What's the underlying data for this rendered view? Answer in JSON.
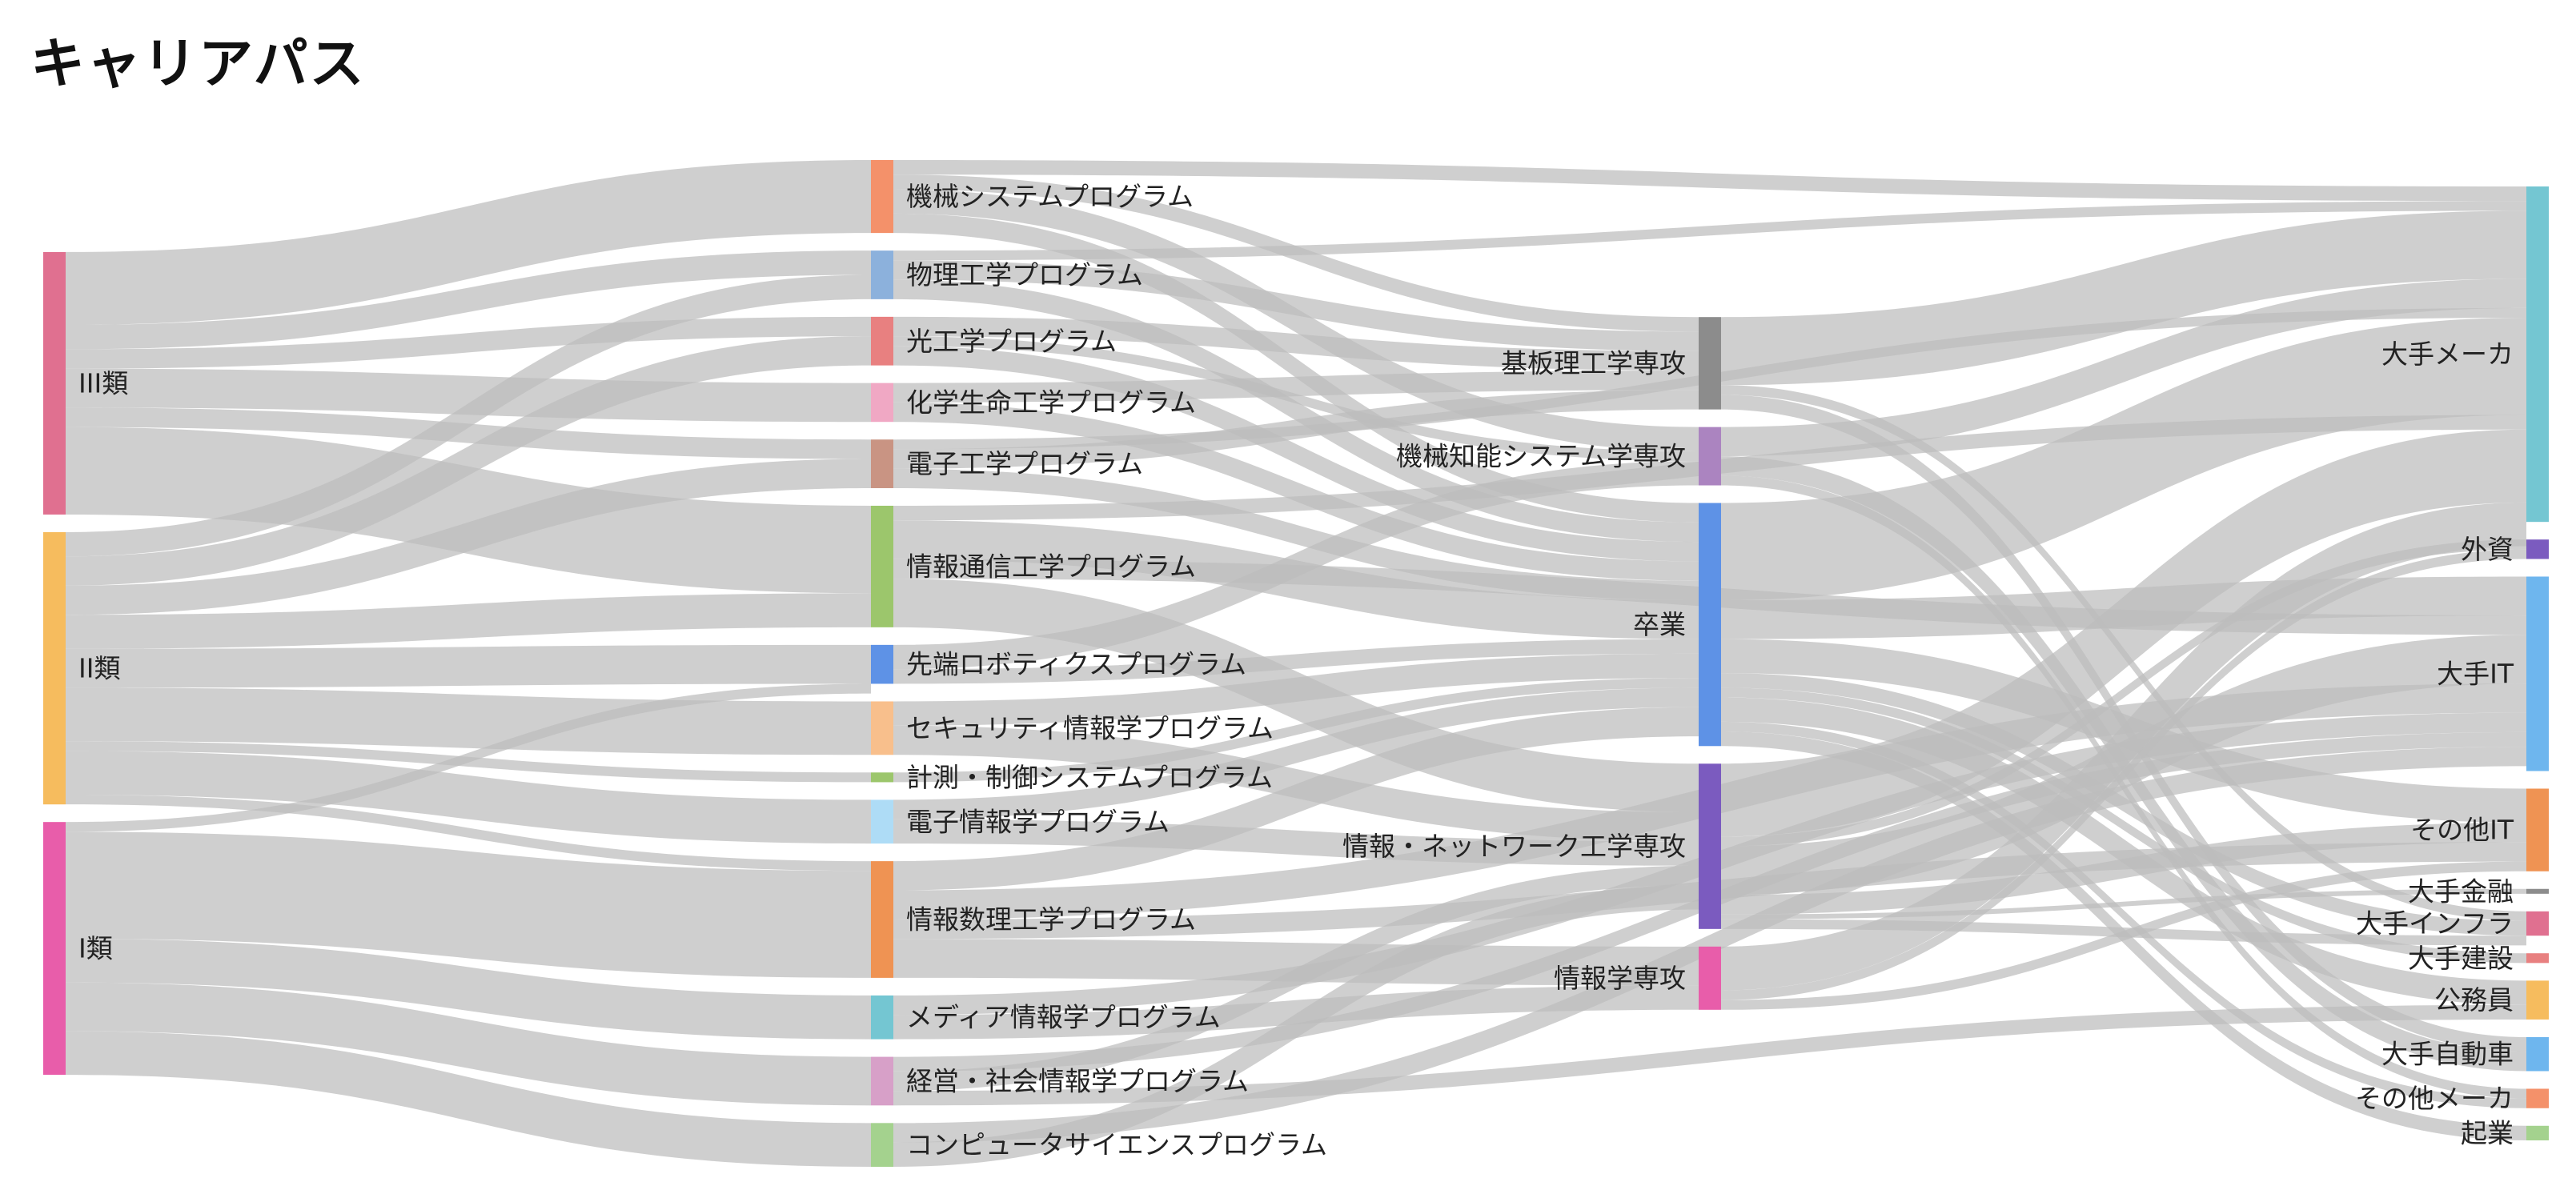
{
  "page": {
    "title": "キャリアパス"
  },
  "chart_data": {
    "type": "sankey",
    "title": "キャリアパス",
    "columns": [
      [
        "III類",
        "II類",
        "I類"
      ],
      [
        "機械システムプログラム",
        "物理工学プログラム",
        "光工学プログラム",
        "化学生命工学プログラム",
        "電子工学プログラム",
        "情報通信工学プログラム",
        "先端ロボティクスプログラム",
        "セキュリティ情報学プログラム",
        "計測・制御システムプログラム",
        "電子情報学プログラム",
        "情報数理工学プログラム",
        "メディア情報学プログラム",
        "経営・社会情報学プログラム",
        "コンピュータサイエンスプログラム"
      ],
      [
        "基板理工学専攻",
        "機械知能システム学専攻",
        "卒業",
        "情報・ネットワーク工学専攻",
        "情報学専攻"
      ],
      [
        "大手メーカ",
        "外資",
        "大手IT",
        "その他IT",
        "大手金融",
        "大手インフラ",
        "大手建設",
        "公務員",
        "大手自動車",
        "その他メーカ",
        "起業"
      ]
    ],
    "nodes": [
      {
        "name": "III類",
        "color": "#E07090",
        "value": 54
      },
      {
        "name": "II類",
        "color": "#F6BC5E",
        "value": 56
      },
      {
        "name": "I類",
        "color": "#E85DAA",
        "value": 52
      },
      {
        "name": "機械システムプログラム",
        "color": "#F4916A",
        "value": 15
      },
      {
        "name": "物理工学プログラム",
        "color": "#8CB1DC",
        "value": 10
      },
      {
        "name": "光工学プログラム",
        "color": "#E88080",
        "value": 10
      },
      {
        "name": "化学生命工学プログラム",
        "color": "#F0A8C4",
        "value": 8
      },
      {
        "name": "電子工学プログラム",
        "color": "#C99483",
        "value": 10
      },
      {
        "name": "情報通信工学プログラム",
        "color": "#9CC66C",
        "value": 25
      },
      {
        "name": "先端ロボティクスプログラム",
        "color": "#5E92E6",
        "value": 8
      },
      {
        "name": "セキュリティ情報学プログラム",
        "color": "#F8BF8C",
        "value": 11
      },
      {
        "name": "計測・制御システムプログラム",
        "color": "#9CC66C",
        "value": 2
      },
      {
        "name": "電子情報学プログラム",
        "color": "#AEDCF6",
        "value": 9
      },
      {
        "name": "情報数理工学プログラム",
        "color": "#EF9353",
        "value": 24
      },
      {
        "name": "メディア情報学プログラム",
        "color": "#74C6D2",
        "value": 9
      },
      {
        "name": "経営・社会情報学プログラム",
        "color": "#D7A0C8",
        "value": 10
      },
      {
        "name": "コンピュータサイエンスプログラム",
        "color": "#A4D28E",
        "value": 9
      },
      {
        "name": "基板理工学専攻",
        "color": "#8C8C8C",
        "value": 19
      },
      {
        "name": "機械知能システム学専攻",
        "color": "#AB84C0",
        "value": 12
      },
      {
        "name": "卒業",
        "color": "#5E92E6",
        "value": 50
      },
      {
        "name": "情報・ネットワーク工学専攻",
        "color": "#7B5BBF",
        "value": 34
      },
      {
        "name": "情報学専攻",
        "color": "#E85DAA",
        "value": 13
      },
      {
        "name": "大手メーカ",
        "color": "#74C6D2",
        "value": 69
      },
      {
        "name": "外資",
        "color": "#7B5BBF",
        "value": 4
      },
      {
        "name": "大手IT",
        "color": "#6EB6EE",
        "value": 40
      },
      {
        "name": "その他IT",
        "color": "#EF9353",
        "value": 17
      },
      {
        "name": "大手金融",
        "color": "#8C8C8C",
        "value": 1
      },
      {
        "name": "大手インフラ",
        "color": "#E07090",
        "value": 5
      },
      {
        "name": "大手建設",
        "color": "#E88080",
        "value": 2
      },
      {
        "name": "公務員",
        "color": "#F6BC5E",
        "value": 8
      },
      {
        "name": "大手自動車",
        "color": "#6EB6EE",
        "value": 7
      },
      {
        "name": "その他メーカ",
        "color": "#F4916A",
        "value": 4
      },
      {
        "name": "起業",
        "color": "#A4D28E",
        "value": 3
      }
    ],
    "links": [
      {
        "source": "III類",
        "target": "機械システムプログラム",
        "value": 15
      },
      {
        "source": "III類",
        "target": "物理工学プログラム",
        "value": 5
      },
      {
        "source": "III類",
        "target": "光工学プログラム",
        "value": 4
      },
      {
        "source": "III類",
        "target": "化学生命工学プログラム",
        "value": 8
      },
      {
        "source": "III類",
        "target": "電子工学プログラム",
        "value": 4
      },
      {
        "source": "III類",
        "target": "情報通信工学プログラム",
        "value": 18
      },
      {
        "source": "II類",
        "target": "物理工学プログラム",
        "value": 5
      },
      {
        "source": "II類",
        "target": "光工学プログラム",
        "value": 6
      },
      {
        "source": "II類",
        "target": "電子工学プログラム",
        "value": 6
      },
      {
        "source": "II類",
        "target": "情報通信工学プログラム",
        "value": 7
      },
      {
        "source": "II類",
        "target": "先端ロボティクスプログラム",
        "value": 8
      },
      {
        "source": "II類",
        "target": "セキュリティ情報学プログラム",
        "value": 11
      },
      {
        "source": "II類",
        "target": "計測・制御システムプログラム",
        "value": 2
      },
      {
        "source": "II類",
        "target": "電子情報学プログラム",
        "value": 9
      },
      {
        "source": "II類",
        "target": "情報数理工学プログラム",
        "value": 2
      },
      {
        "source": "I類",
        "target": "情報数理工学プログラム",
        "value": 22
      },
      {
        "source": "I類",
        "target": "メディア情報学プログラム",
        "value": 9
      },
      {
        "source": "I類",
        "target": "経営・社会情報学プログラム",
        "value": 10
      },
      {
        "source": "I類",
        "target": "コンピュータサイエンスプログラム",
        "value": 9
      },
      {
        "source": "I類",
        "target": "先端ロボティクスプログラム",
        "value": 2
      },
      {
        "source": "機械システムプログラム",
        "target": "基板理工学専攻",
        "value": 3
      },
      {
        "source": "機械システムプログラム",
        "target": "機械知能システム学専攻",
        "value": 5
      },
      {
        "source": "機械システムプログラム",
        "target": "卒業",
        "value": 4
      },
      {
        "source": "機械システムプログラム",
        "target": "大手メーカ",
        "value": 3
      },
      {
        "source": "物理工学プログラム",
        "target": "基板理工学専攻",
        "value": 4
      },
      {
        "source": "物理工学プログラム",
        "target": "卒業",
        "value": 4
      },
      {
        "source": "物理工学プログラム",
        "target": "大手メーカ",
        "value": 2
      },
      {
        "source": "光工学プログラム",
        "target": "基板理工学専攻",
        "value": 4
      },
      {
        "source": "光工学プログラム",
        "target": "卒業",
        "value": 4
      },
      {
        "source": "光工学プログラム",
        "target": "機械知能システム学専攻",
        "value": 2
      },
      {
        "source": "化学生命工学プログラム",
        "target": "基板理工学専攻",
        "value": 4
      },
      {
        "source": "化学生命工学プログラム",
        "target": "卒業",
        "value": 4
      },
      {
        "source": "電子工学プログラム",
        "target": "基板理工学専攻",
        "value": 4
      },
      {
        "source": "電子工学プログラム",
        "target": "卒業",
        "value": 4
      },
      {
        "source": "電子工学プログラム",
        "target": "大手メーカ",
        "value": 2
      },
      {
        "source": "情報通信工学プログラム",
        "target": "情報・ネットワーク工学専攻",
        "value": 10
      },
      {
        "source": "情報通信工学プログラム",
        "target": "卒業",
        "value": 8
      },
      {
        "source": "情報通信工学プログラム",
        "target": "大手IT",
        "value": 4
      },
      {
        "source": "情報通信工学プログラム",
        "target": "大手メーカ",
        "value": 3
      },
      {
        "source": "先端ロボティクスプログラム",
        "target": "機械知能システム学専攻",
        "value": 5
      },
      {
        "source": "先端ロボティクスプログラム",
        "target": "卒業",
        "value": 3
      },
      {
        "source": "セキュリティ情報学プログラム",
        "target": "情報・ネットワーク工学専攻",
        "value": 6
      },
      {
        "source": "セキュリティ情報学プログラム",
        "target": "卒業",
        "value": 5
      },
      {
        "source": "計測・制御システムプログラム",
        "target": "卒業",
        "value": 2
      },
      {
        "source": "電子情報学プログラム",
        "target": "情報・ネットワーク工学専攻",
        "value": 5
      },
      {
        "source": "電子情報学プログラム",
        "target": "卒業",
        "value": 4
      },
      {
        "source": "情報数理工学プログラム",
        "target": "情報学専攻",
        "value": 8
      },
      {
        "source": "情報数理工学プログラム",
        "target": "卒業",
        "value": 6
      },
      {
        "source": "情報数理工学プログラム",
        "target": "大手IT",
        "value": 6
      },
      {
        "source": "情報数理工学プログラム",
        "target": "その他IT",
        "value": 4
      },
      {
        "source": "メディア情報学プログラム",
        "target": "情報学専攻",
        "value": 5
      },
      {
        "source": "メディア情報学プログラム",
        "target": "大手IT",
        "value": 4
      },
      {
        "source": "経営・社会情報学プログラム",
        "target": "情報・ネットワーク工学専攻",
        "value": 4
      },
      {
        "source": "経営・社会情報学プログラム",
        "target": "大手IT",
        "value": 3
      },
      {
        "source": "経営・社会情報学プログラム",
        "target": "公務員",
        "value": 3
      },
      {
        "source": "コンピュータサイエンスプログラム",
        "target": "情報・ネットワーク工学専攻",
        "value": 5
      },
      {
        "source": "コンピュータサイエンスプログラム",
        "target": "大手IT",
        "value": 4
      },
      {
        "source": "基板理工学専攻",
        "target": "大手メーカ",
        "value": 14
      },
      {
        "source": "基板理工学専攻",
        "target": "大手自動車",
        "value": 3
      },
      {
        "source": "基板理工学専攻",
        "target": "大手インフラ",
        "value": 2
      },
      {
        "source": "機械知能システム学専攻",
        "target": "大手メーカ",
        "value": 6
      },
      {
        "source": "機械知能システム学専攻",
        "target": "大手自動車",
        "value": 4
      },
      {
        "source": "機械知能システム学専攻",
        "target": "その他メーカ",
        "value": 2
      },
      {
        "source": "卒業",
        "target": "大手メーカ",
        "value": 20
      },
      {
        "source": "卒業",
        "target": "大手IT",
        "value": 8
      },
      {
        "source": "卒業",
        "target": "その他IT",
        "value": 7
      },
      {
        "source": "卒業",
        "target": "公務員",
        "value": 5
      },
      {
        "source": "卒業",
        "target": "大手インフラ",
        "value": 3
      },
      {
        "source": "卒業",
        "target": "大手建設",
        "value": 2
      },
      {
        "source": "卒業",
        "target": "その他メーカ",
        "value": 2
      },
      {
        "source": "卒業",
        "target": "起業",
        "value": 3
      },
      {
        "source": "情報・ネットワーク工学専攻",
        "target": "大手メーカ",
        "value": 15
      },
      {
        "source": "情報・ネットワーク工学専攻",
        "target": "大手IT",
        "value": 10
      },
      {
        "source": "情報・ネットワーク工学専攻",
        "target": "その他IT",
        "value": 4
      },
      {
        "source": "情報・ネットワーク工学専攻",
        "target": "外資",
        "value": 2
      },
      {
        "source": "情報・ネットワーク工学専攻",
        "target": "大手金融",
        "value": 1
      },
      {
        "source": "情報・ネットワーク工学専攻",
        "target": "大手インフラ",
        "value": 2
      },
      {
        "source": "情報学専攻",
        "target": "大手メーカ",
        "value": 9
      },
      {
        "source": "情報学専攻",
        "target": "外資",
        "value": 2
      },
      {
        "source": "情報学専攻",
        "target": "その他IT",
        "value": 2
      }
    ]
  }
}
